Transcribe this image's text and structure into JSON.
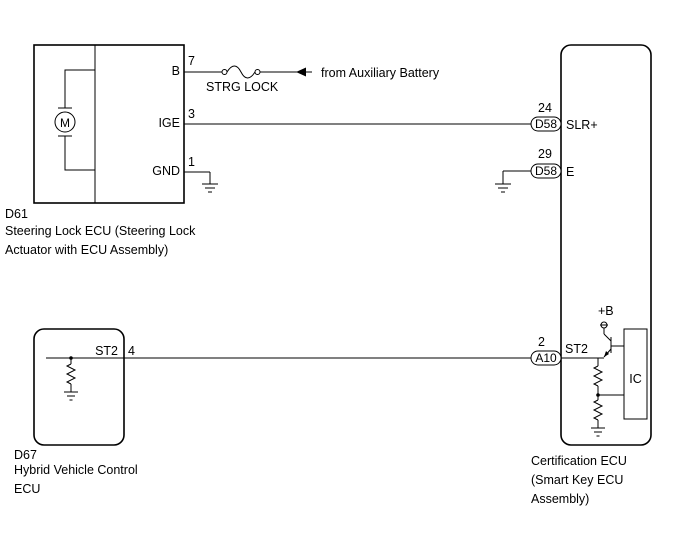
{
  "steering_lock_ecu": {
    "code": "D61",
    "name_line1": "Steering Lock ECU (Steering Lock",
    "name_line2": "Actuator with ECU Assembly)",
    "motor_symbol": "M",
    "pins": [
      {
        "num": "7",
        "name": "B"
      },
      {
        "num": "3",
        "name": "IGE"
      },
      {
        "num": "1",
        "name": "GND"
      }
    ]
  },
  "fuse": {
    "label": "STRG LOCK"
  },
  "battery_source": {
    "label": "from Auxiliary Battery"
  },
  "hybrid_ecu": {
    "code": "D67",
    "name_line1": "Hybrid Vehicle Control",
    "name_line2": "ECU",
    "pin": {
      "num": "4",
      "name": "ST2"
    }
  },
  "certification_ecu": {
    "name_line1": "Certification ECU",
    "name_line2": "(Smart Key ECU",
    "name_line3": "Assembly)",
    "pins": [
      {
        "num": "24",
        "connector": "D58",
        "name": "SLR+"
      },
      {
        "num": "29",
        "connector": "D58",
        "name": "E"
      },
      {
        "num": "2",
        "connector": "A10",
        "name": "ST2"
      }
    ],
    "supply_label": "+B",
    "ic_label": "IC"
  }
}
